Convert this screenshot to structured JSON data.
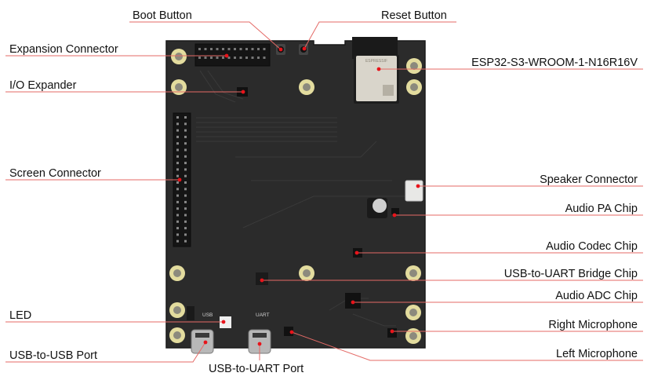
{
  "diagram": {
    "subject": "ESP32-S3 development board (top view)",
    "colors": {
      "background": "#ffffff",
      "pcb": "#2a2a2a",
      "pcb_edge": "#1c1c1c",
      "leader_line": "#e46a66",
      "marker_dot": "#e8141b",
      "mount_pad": "#e3dc9e",
      "text": "#111111"
    },
    "labels_left": [
      {
        "id": "expansion-connector",
        "text": "Expansion Connector"
      },
      {
        "id": "io-expander",
        "text": "I/O Expander"
      },
      {
        "id": "screen-connector",
        "text": "Screen Connector"
      },
      {
        "id": "led",
        "text": "LED"
      },
      {
        "id": "usb-to-usb-port",
        "text": "USB-to-USB Port"
      }
    ],
    "labels_top": [
      {
        "id": "boot-button",
        "text": "Boot Button"
      },
      {
        "id": "reset-button",
        "text": "Reset Button"
      }
    ],
    "labels_bottom": [
      {
        "id": "usb-to-uart-port",
        "text": "USB-to-UART Port"
      }
    ],
    "labels_right": [
      {
        "id": "esp32-module",
        "text": "ESP32-S3-WROOM-1-N16R16V"
      },
      {
        "id": "speaker-connector",
        "text": "Speaker Connector"
      },
      {
        "id": "audio-pa-chip",
        "text": "Audio PA Chip"
      },
      {
        "id": "audio-codec-chip",
        "text": "Audio Codec Chip"
      },
      {
        "id": "usb-uart-bridge-chip",
        "text": "USB-to-UART Bridge Chip"
      },
      {
        "id": "audio-adc-chip",
        "text": "Audio ADC Chip"
      },
      {
        "id": "right-microphone",
        "text": "Right Microphone"
      },
      {
        "id": "left-microphone",
        "text": "Left Microphone"
      }
    ],
    "silkscreen": {
      "usb": "USB",
      "uart": "UART",
      "module_brand": "ESPRESSIF"
    }
  }
}
